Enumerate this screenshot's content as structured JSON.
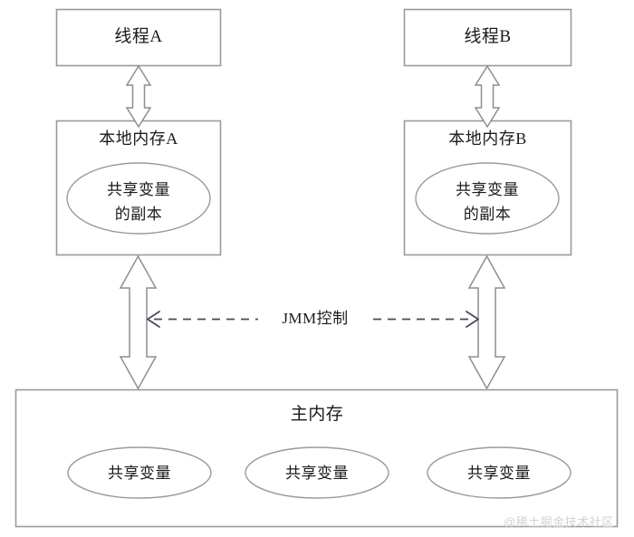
{
  "diagram": {
    "title_hidden": "",
    "threads": [
      {
        "id": "a",
        "label": "线程A"
      },
      {
        "id": "b",
        "label": "线程B"
      }
    ],
    "local_memories": [
      {
        "id": "a",
        "label": "本地内存A",
        "copy_line1": "共享变量",
        "copy_line2": "的副本"
      },
      {
        "id": "b",
        "label": "本地内存B",
        "copy_line1": "共享变量",
        "copy_line2": "的副本"
      }
    ],
    "control_label": "JMM控制",
    "main_memory": {
      "label": "主内存",
      "variables": [
        "共享变量",
        "共享变量",
        "共享变量"
      ]
    },
    "watermark": "@稀土掘金技术社区",
    "colors": {
      "box_stroke": "#9a9a9a",
      "ellipse_stroke": "#9a9a9a",
      "arrow_stroke": "#8e8e8e",
      "dashed_stroke": "#4a4a56",
      "text": "#1a1a1a",
      "background": "#ffffff",
      "watermark": "#d2d2d2"
    }
  }
}
